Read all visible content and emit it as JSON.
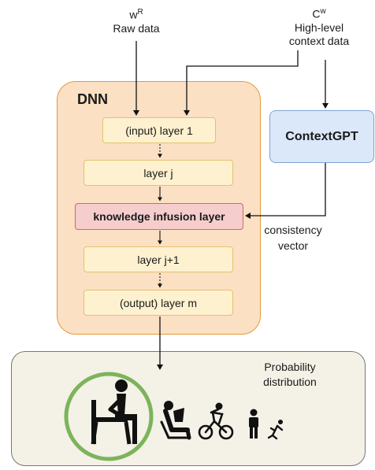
{
  "inputs": {
    "raw_symbol": "w",
    "raw_sup": "R",
    "raw_label": "Raw data",
    "context_symbol": "C",
    "context_sup": "w",
    "context_label_1": "High-level",
    "context_label_2": "context data"
  },
  "dnn": {
    "title": "DNN",
    "layers": [
      "(input) layer 1",
      "layer j",
      "knowledge infusion layer",
      "layer j+1",
      "(output) layer m"
    ]
  },
  "context_gpt": {
    "label": "ContextGPT"
  },
  "consistency": {
    "line1": "consistency",
    "line2": "vector"
  },
  "output": {
    "title_line1": "Probability",
    "title_line2": "distribution",
    "activities": [
      "sitting-icon",
      "lying-icon",
      "cycling-icon",
      "standing-icon",
      "running-icon"
    ],
    "highlight_color": "#7cb45a"
  }
}
